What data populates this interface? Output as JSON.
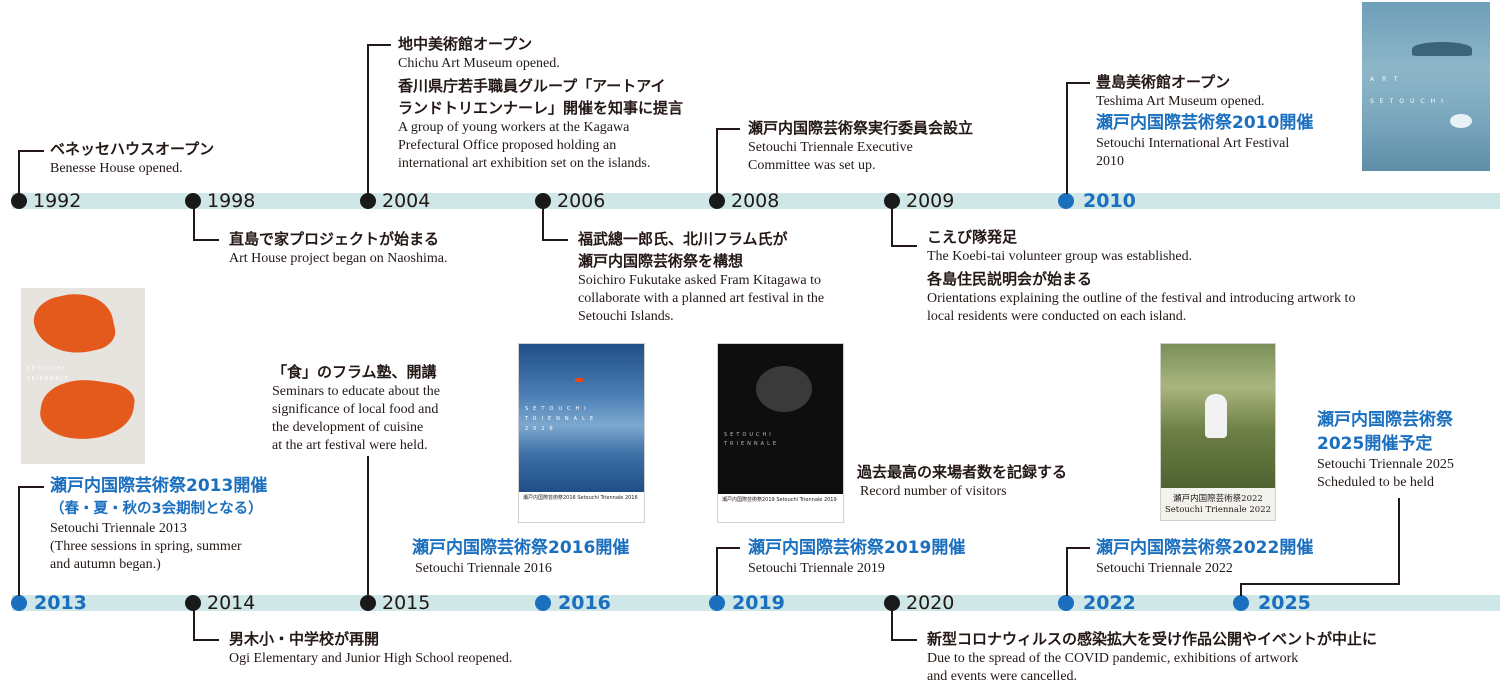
{
  "timeline_top": {
    "years": [
      {
        "label": "1992"
      },
      {
        "label": "1998"
      },
      {
        "label": "2004"
      },
      {
        "label": "2006"
      },
      {
        "label": "2008"
      },
      {
        "label": "2009"
      },
      {
        "label": "2010"
      }
    ],
    "events": {
      "y1992": {
        "jp": "ベネッセハウスオープン",
        "en": "Benesse House opened."
      },
      "y1998": {
        "jp": "直島で家プロジェクトが始まる",
        "en": "Art House project began on Naoshima."
      },
      "y2004": {
        "jp1": "地中美術館オープン",
        "en1": "Chichu Art Museum opened.",
        "jp2a": "香川県庁若手職員グループ「アートアイ",
        "jp2b": "ランドトリエンナーレ」開催を知事に提言",
        "en2": "A group of young workers at the Kagawa\nPrefectural Office proposed holding an\ninternational art exhibition set on the islands."
      },
      "y2006": {
        "jp1": "福武總一郎氏、北川フラム氏が",
        "jp2": "瀬戸内国際芸術祭を構想",
        "en": "Soichiro Fukutake asked Fram Kitagawa to\ncollaborate with a planned art festival in the\nSetouchi Islands."
      },
      "y2008": {
        "jp": "瀬戸内国際芸術祭実行委員会設立",
        "en": "Setouchi Triennale Executive\nCommittee was set up."
      },
      "y2009": {
        "jp1": "こえび隊発足",
        "en1": "The Koebi-tai volunteer group was established.",
        "jp2": "各島住民説明会が始まる",
        "en2": "Orientations explaining the outline of the festival and introducing artwork to\nlocal residents were conducted on each island."
      },
      "y2010": {
        "jp1": "豊島美術館オープン",
        "en1": "Teshima Art Museum opened.",
        "jp2": "瀬戸内国際芸術祭2010開催",
        "en2": "Setouchi International Art Festival\n2010"
      }
    }
  },
  "timeline_bottom": {
    "years": [
      {
        "label": "2013"
      },
      {
        "label": "2014"
      },
      {
        "label": "2015"
      },
      {
        "label": "2016"
      },
      {
        "label": "2019"
      },
      {
        "label": "2020"
      },
      {
        "label": "2022"
      },
      {
        "label": "2025"
      }
    ],
    "events": {
      "y2013": {
        "jp1": "瀬戸内国際芸術祭2013開催",
        "jp2": "（春・夏・秋の3会期制となる）",
        "en": "Setouchi Triennale 2013\n(Three sessions in spring, summer\n and autumn began.)"
      },
      "y2014": {
        "jp": "男木小・中学校が再開",
        "en": "Ogi Elementary and Junior High School reopened."
      },
      "y2015": {
        "jp": "「食」のフラム塾、開講",
        "en": "Seminars to educate about the\nsignificance of local food and\nthe development of cuisine\nat the art festival were held."
      },
      "y2016": {
        "jp": "瀬戸内国際芸術祭2016開催",
        "en": "Setouchi Triennale 2016"
      },
      "y2019": {
        "jp": "瀬戸内国際芸術祭2019開催",
        "en": "Setouchi Triennale 2019"
      },
      "record": {
        "jp": "過去最高の来場者数を記録する",
        "en": "Record number of visitors"
      },
      "y2020": {
        "jp": "新型コロナウィルスの感染拡大を受け作品公開やイベントが中止に",
        "en": "Due to the spread of the COVID pandemic, exhibitions of artwork\nand events were cancelled."
      },
      "y2022": {
        "jp": "瀬戸内国際芸術祭2022開催",
        "en": "Setouchi Triennale 2022"
      },
      "y2025": {
        "jp1": "瀬戸内国際芸術祭",
        "jp2": "2025開催予定",
        "en": "Setouchi Triennale 2025\nScheduled to be held"
      }
    }
  },
  "posters": {
    "p2010": {
      "line1": "ART",
      "line2": "SETOUCHI"
    },
    "p2013": {
      "line1": "S E T O U C H I",
      "line2": "T R I E N N A L E"
    },
    "p2016": {
      "line1": "SETOUCHI",
      "line2": "TRIENNALE",
      "line3": "2016",
      "footer": "瀬戸内国際芸術祭2016  Setouchi Triennale 2016"
    },
    "p2019": {
      "line1": "SETOUCHI",
      "line2": "TRIENNALE",
      "footer": "瀬戸内国際芸術祭2019  Setouchi Triennale 2019"
    },
    "p2022": {
      "line1": "瀬戸内国際芸術祭2022",
      "line2": "Setouchi Triennale 2022"
    }
  },
  "colors": {
    "accent": "#1a6fbf",
    "band": "#cfe7e7",
    "dark": "#231815"
  }
}
